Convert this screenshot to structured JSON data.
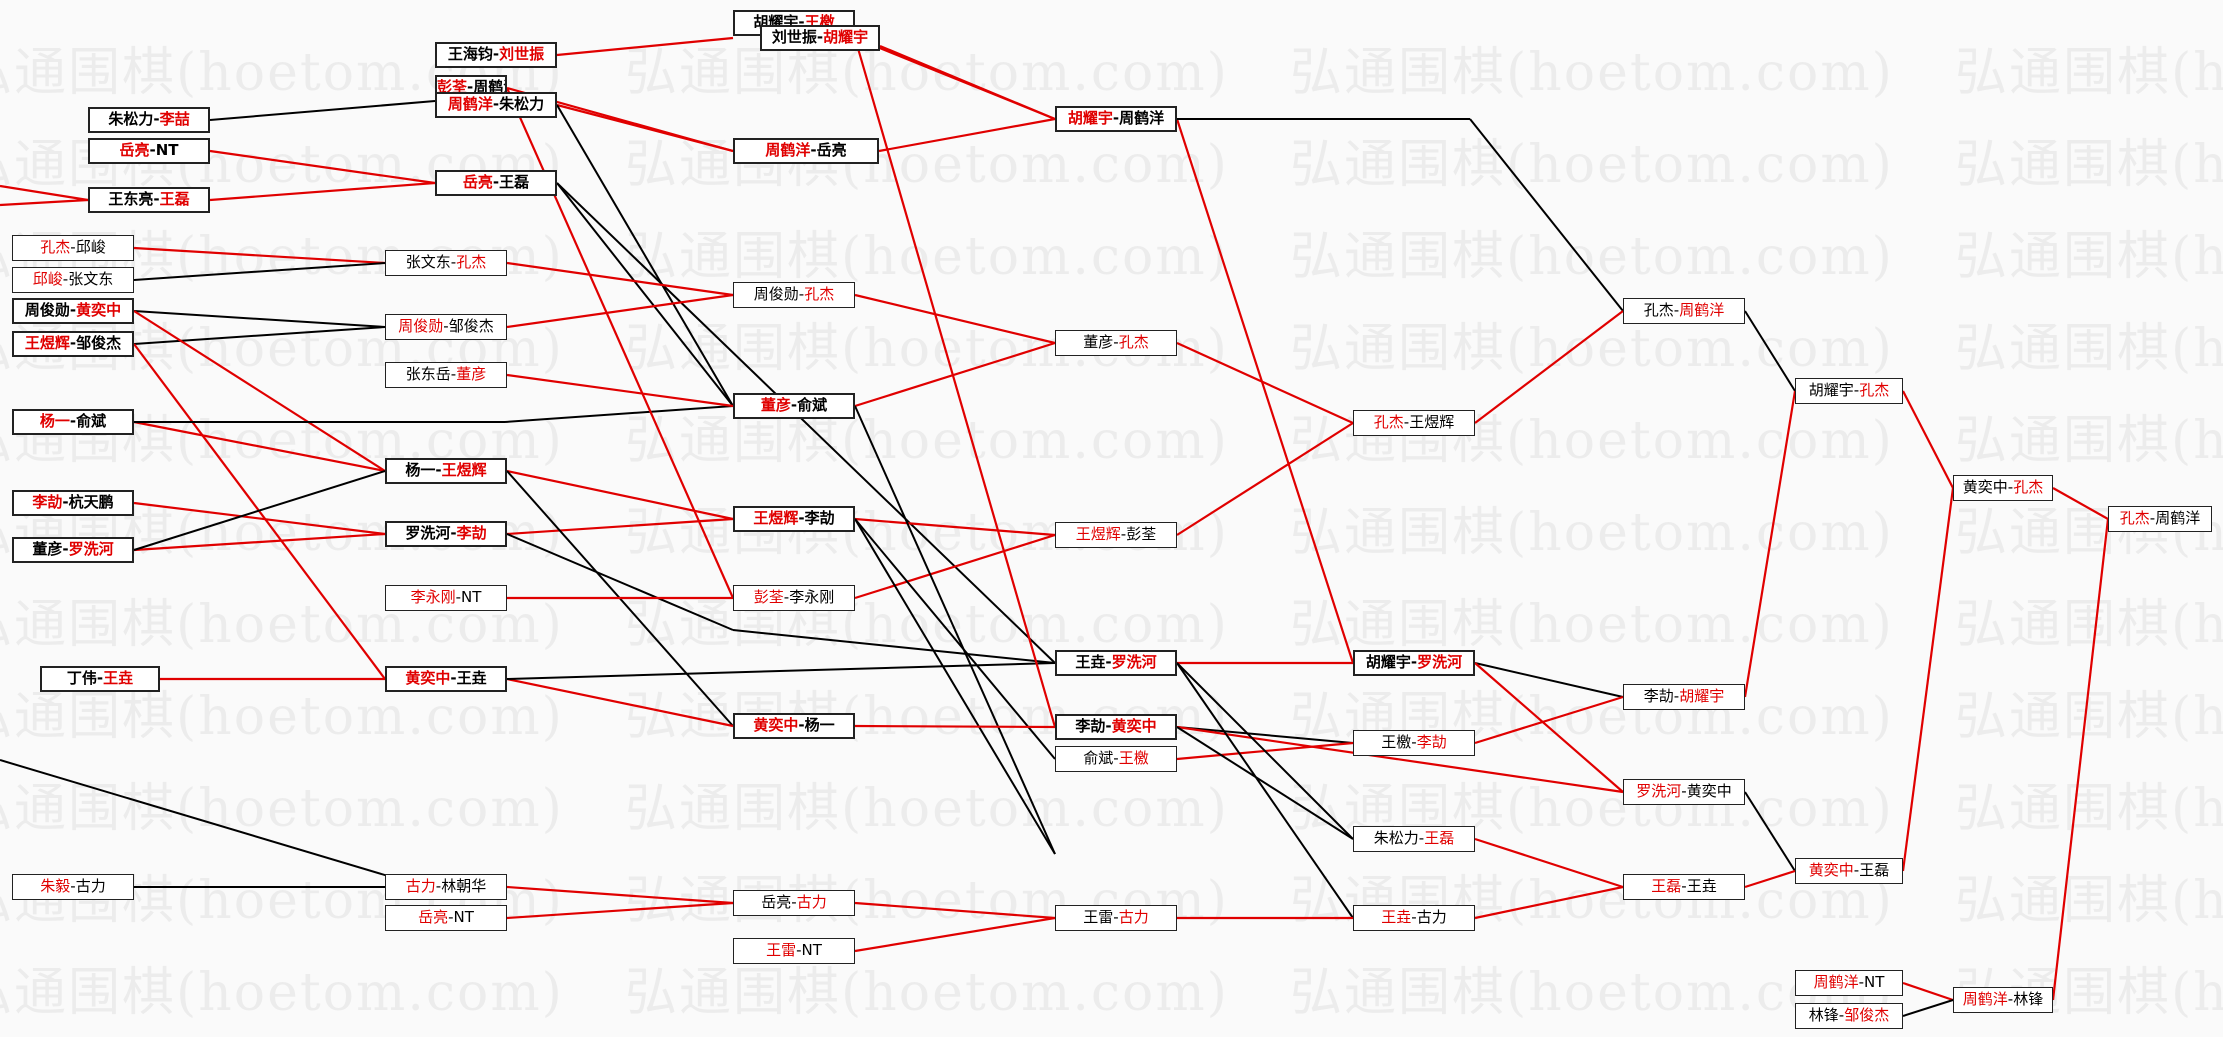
{
  "watermark": "弘通围棋(hoetom.com)",
  "colors": {
    "win": "#e00000",
    "line_red": "#e00000",
    "line_black": "#000000",
    "border": "#222222"
  },
  "matches": [
    {
      "id": "m_rd0_1",
      "a": "",
      "b": "",
      "winner": 0,
      "bold": false
    },
    {
      "id": "c0_1",
      "a": "朱松力",
      "b": "李喆",
      "winner": 2,
      "bold": true
    },
    {
      "id": "c0_2",
      "a": "岳亮",
      "b": "NT",
      "winner": 1,
      "bold": true
    },
    {
      "id": "c0_3",
      "a": "王东亮",
      "b": "王磊",
      "winner": 2,
      "bold": true
    },
    {
      "id": "c0_4",
      "a": "孔杰",
      "b": "邱峻",
      "winner": 1,
      "bold": false
    },
    {
      "id": "c0_5",
      "a": "邱峻",
      "b": "张文东",
      "winner": 1,
      "bold": false
    },
    {
      "id": "c0_6",
      "a": "周俊勋",
      "b": "黄奕中",
      "winner": 2,
      "bold": true
    },
    {
      "id": "c0_7",
      "a": "王煜辉",
      "b": "邹俊杰",
      "winner": 1,
      "bold": true
    },
    {
      "id": "c0_8",
      "a": "杨一",
      "b": "俞斌",
      "winner": 1,
      "bold": true
    },
    {
      "id": "c0_9",
      "a": "李劼",
      "b": "杭天鹏",
      "winner": 1,
      "bold": true
    },
    {
      "id": "c0_10",
      "a": "董彦",
      "b": "罗洗河",
      "winner": 2,
      "bold": true
    },
    {
      "id": "c0_11",
      "a": "丁伟",
      "b": "王垚",
      "winner": 2,
      "bold": true
    },
    {
      "id": "c0_12",
      "a": "朱毅",
      "b": "古力",
      "winner": 1,
      "bold": false
    },
    {
      "id": "c1_1",
      "a": "王海钧",
      "b": "刘世振",
      "winner": 2,
      "bold": true
    },
    {
      "id": "c1_2",
      "a": "彭荃",
      "b": "周鹤洋",
      "winner": 1,
      "bold": true
    },
    {
      "id": "c1_3",
      "a": "周鹤洋",
      "b": "朱松力",
      "winner": 1,
      "bold": true
    },
    {
      "id": "c1_4",
      "a": "岳亮",
      "b": "王磊",
      "winner": 1,
      "bold": true
    },
    {
      "id": "c1_5",
      "a": "张文东",
      "b": "孔杰",
      "winner": 2,
      "bold": false
    },
    {
      "id": "c1_6",
      "a": "周俊勋",
      "b": "邹俊杰",
      "winner": 1,
      "bold": false
    },
    {
      "id": "c1_7",
      "a": "张东岳",
      "b": "董彦",
      "winner": 2,
      "bold": false
    },
    {
      "id": "c1_8",
      "a": "杨一",
      "b": "王煜辉",
      "winner": 2,
      "bold": true
    },
    {
      "id": "c1_9",
      "a": "罗洗河",
      "b": "李劼",
      "winner": 2,
      "bold": true
    },
    {
      "id": "c1_10",
      "a": "李永刚",
      "b": "NT",
      "winner": 1,
      "bold": false
    },
    {
      "id": "c1_11",
      "a": "黄奕中",
      "b": "王垚",
      "winner": 1,
      "bold": true
    },
    {
      "id": "c1_12",
      "a": "古力",
      "b": "林朝华",
      "winner": 1,
      "bold": false
    },
    {
      "id": "c1_13",
      "a": "岳亮",
      "b": "NT",
      "winner": 1,
      "bold": false
    },
    {
      "id": "c2_1",
      "a": "胡耀宇",
      "b": "王檄",
      "winner": 2,
      "bold": true
    },
    {
      "id": "c2_2",
      "a": "刘世振",
      "b": "胡耀宇",
      "winner": 2,
      "bold": true
    },
    {
      "id": "c2_3",
      "a": "周鹤洋",
      "b": "岳亮",
      "winner": 1,
      "bold": true
    },
    {
      "id": "c2_4",
      "a": "周俊勋",
      "b": "孔杰",
      "winner": 2,
      "bold": false
    },
    {
      "id": "c2_5",
      "a": "董彦",
      "b": "俞斌",
      "winner": 1,
      "bold": true
    },
    {
      "id": "c2_6",
      "a": "王煜辉",
      "b": "李劼",
      "winner": 1,
      "bold": true
    },
    {
      "id": "c2_7",
      "a": "彭荃",
      "b": "李永刚",
      "winner": 1,
      "bold": false
    },
    {
      "id": "c2_8",
      "a": "黄奕中",
      "b": "杨一",
      "winner": 1,
      "bold": true
    },
    {
      "id": "c2_9",
      "a": "岳亮",
      "b": "古力",
      "winner": 2,
      "bold": false
    },
    {
      "id": "c2_10",
      "a": "王雷",
      "b": "NT",
      "winner": 1,
      "bold": false
    },
    {
      "id": "c3_1",
      "a": "胡耀宇",
      "b": "周鹤洋",
      "winner": 1,
      "bold": true
    },
    {
      "id": "c3_2",
      "a": "董彦",
      "b": "孔杰",
      "winner": 2,
      "bold": false
    },
    {
      "id": "c3_3",
      "a": "王煜辉",
      "b": "彭荃",
      "winner": 1,
      "bold": false
    },
    {
      "id": "c3_4",
      "a": "王垚",
      "b": "罗洗河",
      "winner": 2,
      "bold": true
    },
    {
      "id": "c3_5",
      "a": "李劼",
      "b": "黄奕中",
      "winner": 2,
      "bold": true
    },
    {
      "id": "c3_6",
      "a": "俞斌",
      "b": "王檄",
      "winner": 2,
      "bold": false
    },
    {
      "id": "c3_7",
      "a": "王雷",
      "b": "古力",
      "winner": 2,
      "bold": false
    },
    {
      "id": "c4_1",
      "a": "孔杰",
      "b": "王煜辉",
      "winner": 1,
      "bold": false
    },
    {
      "id": "c4_2",
      "a": "胡耀宇",
      "b": "罗洗河",
      "winner": 2,
      "bold": true
    },
    {
      "id": "c4_3",
      "a": "王檄",
      "b": "李劼",
      "winner": 2,
      "bold": false
    },
    {
      "id": "c4_4",
      "a": "朱松力",
      "b": "王磊",
      "winner": 2,
      "bold": false
    },
    {
      "id": "c4_5",
      "a": "王垚",
      "b": "古力",
      "winner": 1,
      "bold": false
    },
    {
      "id": "c5_1",
      "a": "孔杰",
      "b": "周鹤洋",
      "winner": 2,
      "bold": false
    },
    {
      "id": "c5_2",
      "a": "李劼",
      "b": "胡耀宇",
      "winner": 2,
      "bold": false
    },
    {
      "id": "c5_3",
      "a": "罗洗河",
      "b": "黄奕中",
      "winner": 1,
      "bold": false
    },
    {
      "id": "c5_4",
      "a": "王磊",
      "b": "王垚",
      "winner": 1,
      "bold": false
    },
    {
      "id": "c6_1",
      "a": "胡耀宇",
      "b": "孔杰",
      "winner": 2,
      "bold": false
    },
    {
      "id": "c6_2",
      "a": "黄奕中",
      "b": "王磊",
      "winner": 1,
      "bold": false
    },
    {
      "id": "c6_3",
      "a": "周鹤洋",
      "b": "NT",
      "winner": 1,
      "bold": false
    },
    {
      "id": "c6_4",
      "a": "林锋",
      "b": "邹俊杰",
      "winner": 2,
      "bold": false
    },
    {
      "id": "c7_1",
      "a": "黄奕中",
      "b": "孔杰",
      "winner": 2,
      "bold": false
    },
    {
      "id": "c7_2",
      "a": "周鹤洋",
      "b": "林锋",
      "winner": 1,
      "bold": false
    },
    {
      "id": "c8_1",
      "a": "孔杰",
      "b": "周鹤洋",
      "winner": 1,
      "bold": false
    }
  ]
}
